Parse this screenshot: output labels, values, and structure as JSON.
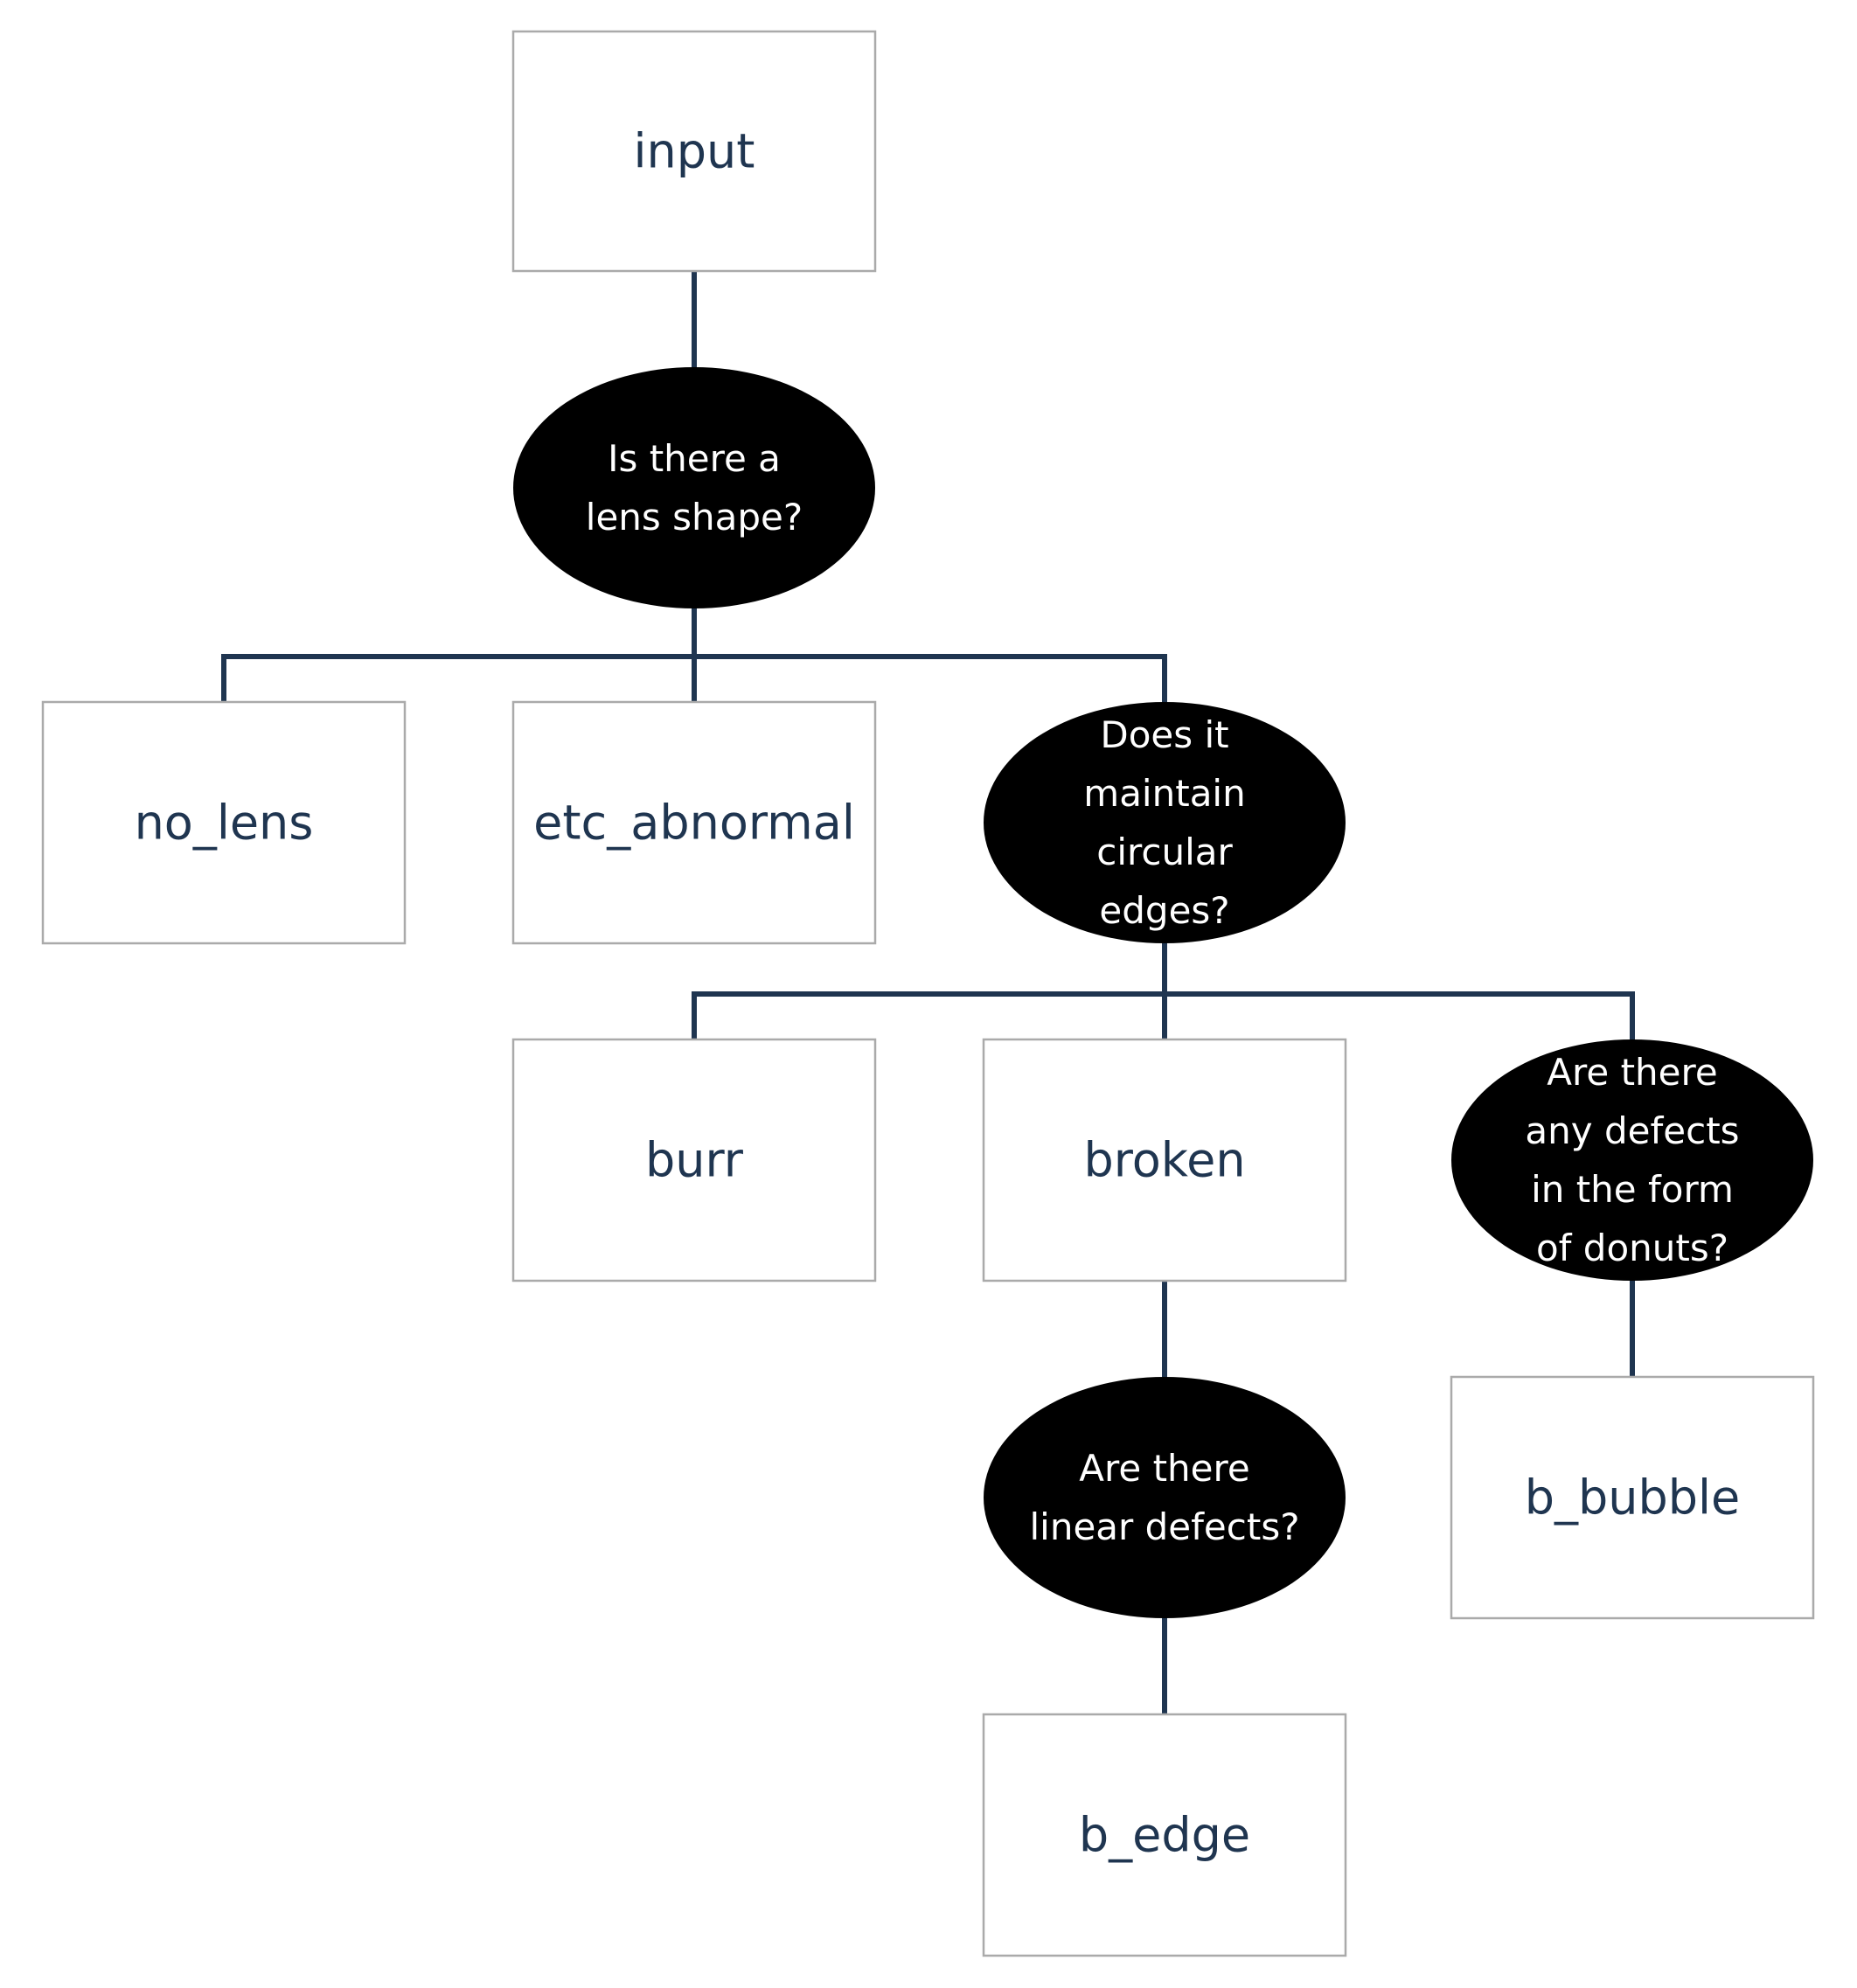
{
  "diagram": {
    "type": "decision-tree",
    "nodes": [
      {
        "id": "input",
        "kind": "box",
        "label": "input"
      },
      {
        "id": "q_lens",
        "kind": "decision",
        "lines": [
          "Is there a",
          "lens shape?"
        ]
      },
      {
        "id": "no_lens",
        "kind": "box",
        "label": "no_lens"
      },
      {
        "id": "etc_abnormal",
        "kind": "box",
        "label": "etc_abnormal"
      },
      {
        "id": "q_circular",
        "kind": "decision",
        "lines": [
          "Does it",
          "maintain",
          "circular",
          "edges?"
        ]
      },
      {
        "id": "burr",
        "kind": "box",
        "label": "burr"
      },
      {
        "id": "broken",
        "kind": "box",
        "label": "broken"
      },
      {
        "id": "q_donuts",
        "kind": "decision",
        "lines": [
          "Are there",
          "any defects",
          "in the form",
          "of donuts?"
        ]
      },
      {
        "id": "q_linear",
        "kind": "decision",
        "lines": [
          "Are there",
          "linear defects?"
        ]
      },
      {
        "id": "b_bubble",
        "kind": "box",
        "label": "b_bubble"
      },
      {
        "id": "b_edge",
        "kind": "box",
        "label": "b_edge"
      }
    ],
    "edges": [
      {
        "from": "input",
        "to": "q_lens"
      },
      {
        "from": "q_lens",
        "to": "no_lens"
      },
      {
        "from": "q_lens",
        "to": "etc_abnormal"
      },
      {
        "from": "q_lens",
        "to": "q_circular"
      },
      {
        "from": "q_circular",
        "to": "burr"
      },
      {
        "from": "q_circular",
        "to": "broken"
      },
      {
        "from": "q_circular",
        "to": "q_donuts"
      },
      {
        "from": "broken",
        "to": "q_linear"
      },
      {
        "from": "q_linear",
        "to": "b_edge"
      },
      {
        "from": "q_donuts",
        "to": "b_bubble"
      }
    ],
    "colors": {
      "connector": "#1f3550",
      "box_text": "#1f3550",
      "box_border": "#aaaaaa",
      "decision_fill": "#000000",
      "decision_text": "#ffffff"
    }
  }
}
